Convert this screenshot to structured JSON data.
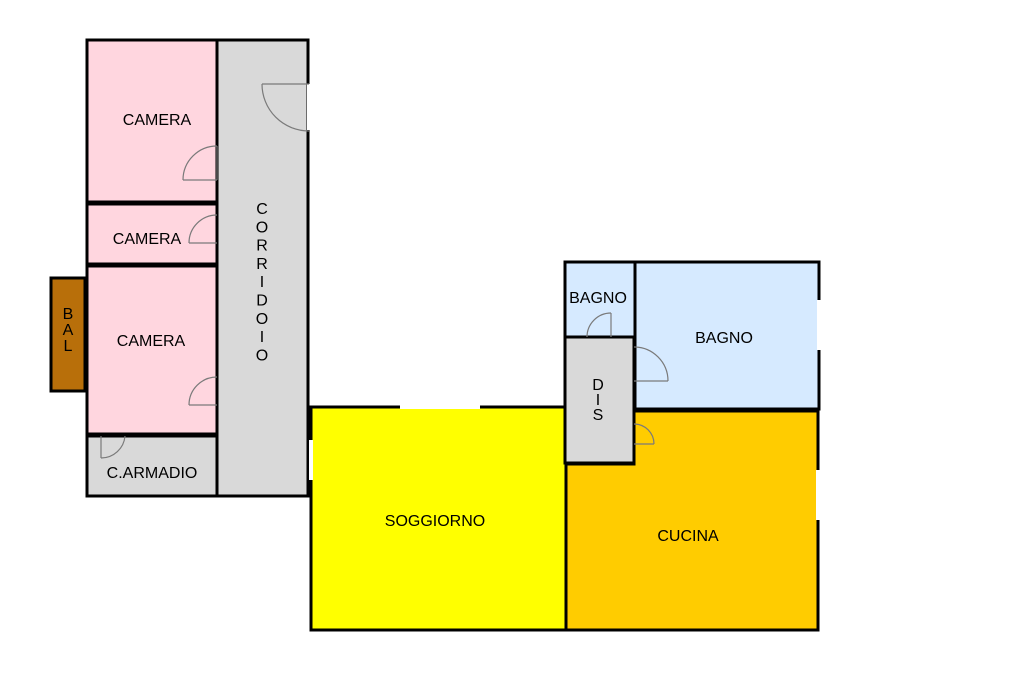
{
  "colors": {
    "camera": "#ffd6df",
    "corridoio": "#d9d9d9",
    "balcone": "#b86f0a",
    "soggiorno": "#ffff00",
    "cucina": "#ffcc00",
    "bagno": "#d6eaff",
    "dis": "#d9d9d9",
    "carmadio": "#d9d9d9",
    "wall": "#000000"
  },
  "rooms": {
    "camera_1": "CAMERA",
    "camera_2": "CAMERA",
    "camera_3": "CAMERA",
    "corridoio": "CORRIDOIO",
    "balcone": "BAL",
    "carmadio": "C.ARMADIO",
    "soggiorno": "SOGGIORNO",
    "bagno_small": "BAGNO",
    "bagno_large": "BAGNO",
    "dis": "DIS",
    "cucina": "CUCINA"
  }
}
